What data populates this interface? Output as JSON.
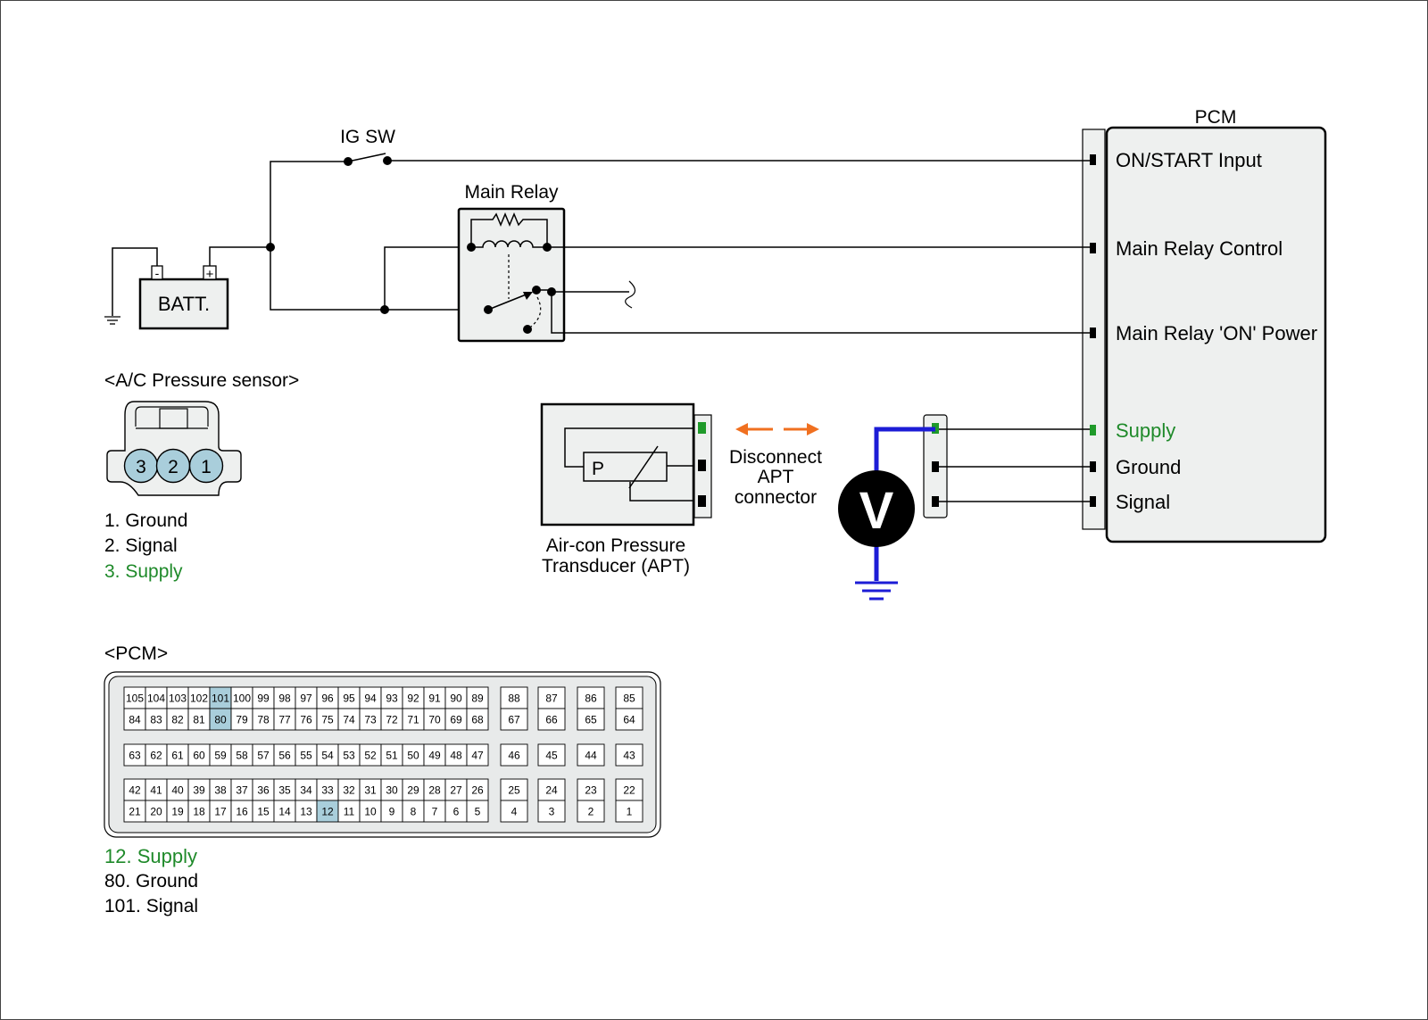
{
  "labels": {
    "ig_sw": "IG SW",
    "main_relay": "Main Relay",
    "pcm_title": "PCM",
    "battery": "BATT.",
    "battery_minus": "-",
    "battery_plus": "+",
    "ac_sensor_title": "<A/C Pressure sensor>",
    "apt_p": "P",
    "apt_name_line1": "Air-con Pressure",
    "apt_name_line2": "Transducer (APT)",
    "disconnect_line1": "Disconnect",
    "disconnect_line2": "APT",
    "disconnect_line3": "connector",
    "voltmeter": "V",
    "pcm_connector_title": "<PCM>"
  },
  "pcm_terminals": [
    {
      "label": "ON/START Input"
    },
    {
      "label": "Main Relay Control"
    },
    {
      "label": "Main Relay 'ON' Power"
    },
    {
      "label": "Supply"
    },
    {
      "label": "Ground"
    },
    {
      "label": "Signal"
    }
  ],
  "sensor_pins": [
    {
      "number": "3"
    },
    {
      "number": "2"
    },
    {
      "number": "1"
    }
  ],
  "sensor_pin_legend": [
    {
      "text": "1. Ground",
      "highlight": false
    },
    {
      "text": "2. Signal",
      "highlight": false
    },
    {
      "text": "3. Supply",
      "highlight": true
    }
  ],
  "pcm_pin_rows": [
    [
      "105",
      "104",
      "103",
      "102",
      "101",
      "100",
      "99",
      "98",
      "97",
      "96",
      "95",
      "94",
      "93",
      "92",
      "91",
      "90",
      "89"
    ],
    [
      "84",
      "83",
      "82",
      "81",
      "80",
      "79",
      "78",
      "77",
      "76",
      "75",
      "74",
      "73",
      "72",
      "71",
      "70",
      "69",
      "68"
    ],
    [
      "63",
      "62",
      "61",
      "60",
      "59",
      "58",
      "57",
      "56",
      "55",
      "54",
      "53",
      "52",
      "51",
      "50",
      "49",
      "48",
      "47"
    ],
    [
      "42",
      "41",
      "40",
      "39",
      "38",
      "37",
      "36",
      "35",
      "34",
      "33",
      "32",
      "31",
      "30",
      "29",
      "28",
      "27",
      "26"
    ],
    [
      "21",
      "20",
      "19",
      "18",
      "17",
      "16",
      "15",
      "14",
      "13",
      "12",
      "11",
      "10",
      "9",
      "8",
      "7",
      "6",
      "5"
    ]
  ],
  "pcm_side_pins": [
    [
      "88",
      "87",
      "86",
      "85"
    ],
    [
      "67",
      "66",
      "65",
      "64"
    ],
    [
      "46",
      "45",
      "44",
      "43"
    ],
    [
      "25",
      "24",
      "23",
      "22"
    ],
    [
      "4",
      "3",
      "2",
      "1"
    ]
  ],
  "pcm_highlighted_pins": [
    "101",
    "80",
    "12"
  ],
  "pcm_pin_legend": [
    {
      "text": "12. Supply",
      "highlight": true
    },
    {
      "text": "80. Ground",
      "highlight": false
    },
    {
      "text": "101. Signal",
      "highlight": false
    }
  ],
  "colors": {
    "highlight_text": "#1f8a2a",
    "highlight_pin": "#a9cedb",
    "measurement_wire": "#1c1cd6",
    "disconnect_arrow": "#f07020",
    "supply_terminal": "#1f9a2a",
    "component_fill": "#eef0ef"
  }
}
